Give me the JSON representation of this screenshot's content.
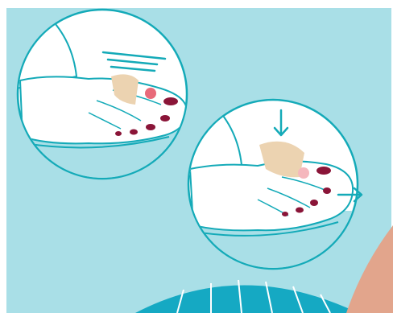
{
  "illustration": {
    "subject": "foot-bunion-correction-steps",
    "panels": [
      {
        "id": "panel-1",
        "icon": "speed-lines-icon"
      },
      {
        "id": "panel-2",
        "icons": [
          "arrow-down-icon",
          "arrow-right-icon"
        ]
      }
    ],
    "colors": {
      "background": "#a9dfe7",
      "outline": "#14aab8",
      "skin": "#ffffff",
      "nail": "#8a1538",
      "pad": "#ecd3b1",
      "pain_dot": "#e86a7a",
      "pain_dot_soft": "#f5b7bd",
      "wheel": "#15a9c3",
      "hand": "#e2a58c"
    }
  }
}
